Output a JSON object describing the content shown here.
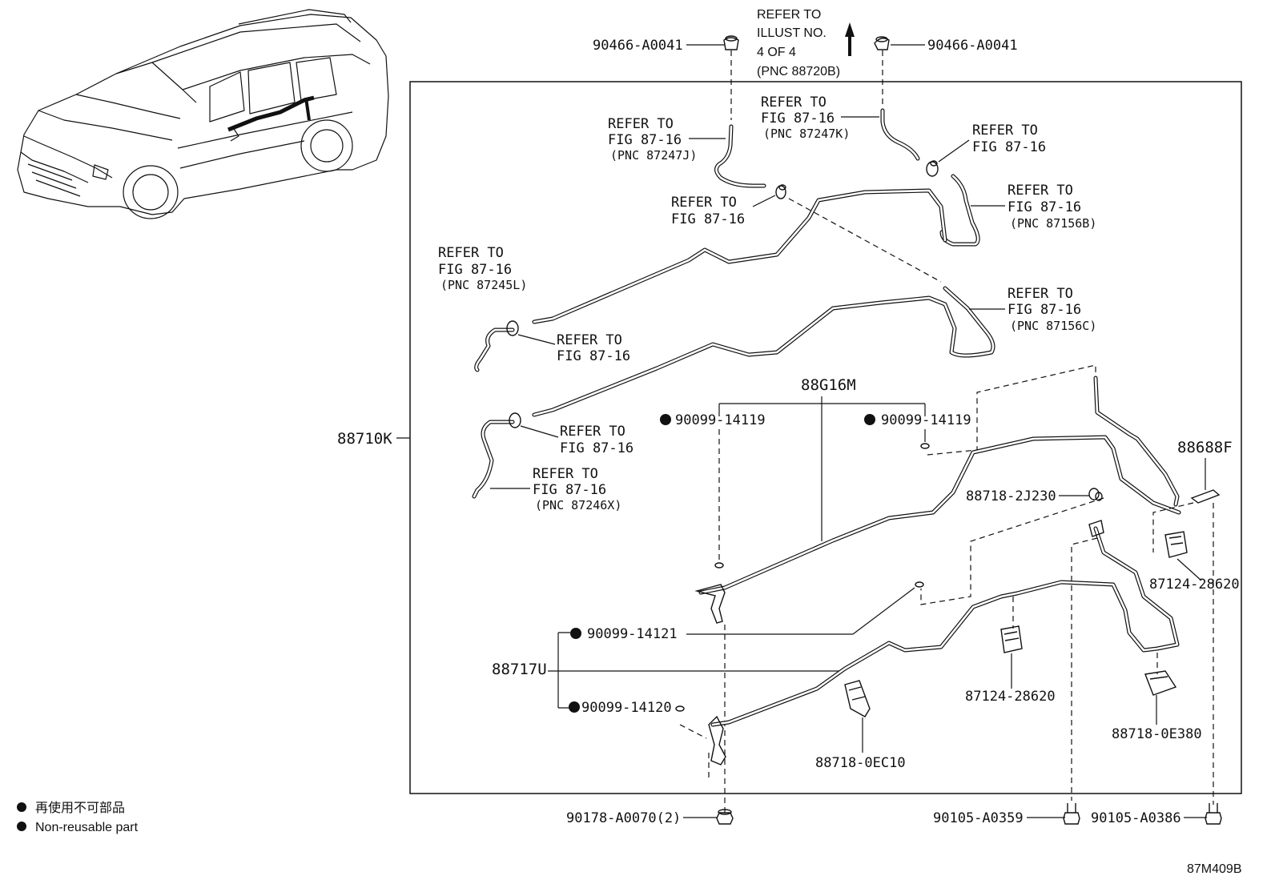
{
  "diagram_id": "87M409B",
  "legend": {
    "jp": "再使用不可部品",
    "en": "Non-reusable part"
  },
  "assembly_main": "88710K",
  "refer_illust": [
    "REFER TO",
    "ILLUST NO.",
    "4 OF 4",
    "(PNC 88720B)"
  ],
  "refer_to": "REFER TO",
  "fig_ref": "FIG 87-16",
  "pnc": {
    "p87247J": "(PNC 87247J)",
    "p87247K": "(PNC 87247K)",
    "p87156B": "(PNC 87156B)",
    "p87245L": "(PNC 87245L)",
    "p87156C": "(PNC 87156C)",
    "p87246X": "(PNC 87246X)"
  },
  "parts": {
    "cap_left": "90466-A0041",
    "cap_right": "90466-A0041",
    "pipe_mid": "88G16M",
    "oring_a": "90099-14119",
    "oring_b": "90099-14119",
    "clamp_2j230": "88718-2J230",
    "bracket_f": "88688F",
    "clamp_28620_right": "87124-28620",
    "pipe_u": "88717U",
    "oring_c": "90099-14121",
    "oring_d": "90099-14120",
    "clamp_28620_mid": "87124-28620",
    "clamp_0e380": "88718-0E380",
    "clamp_0ec10": "88718-0EC10",
    "bolt_a0070": "90178-A0070(2)",
    "bolt_a0359": "90105-A0359",
    "bolt_a0386": "90105-A0386"
  }
}
